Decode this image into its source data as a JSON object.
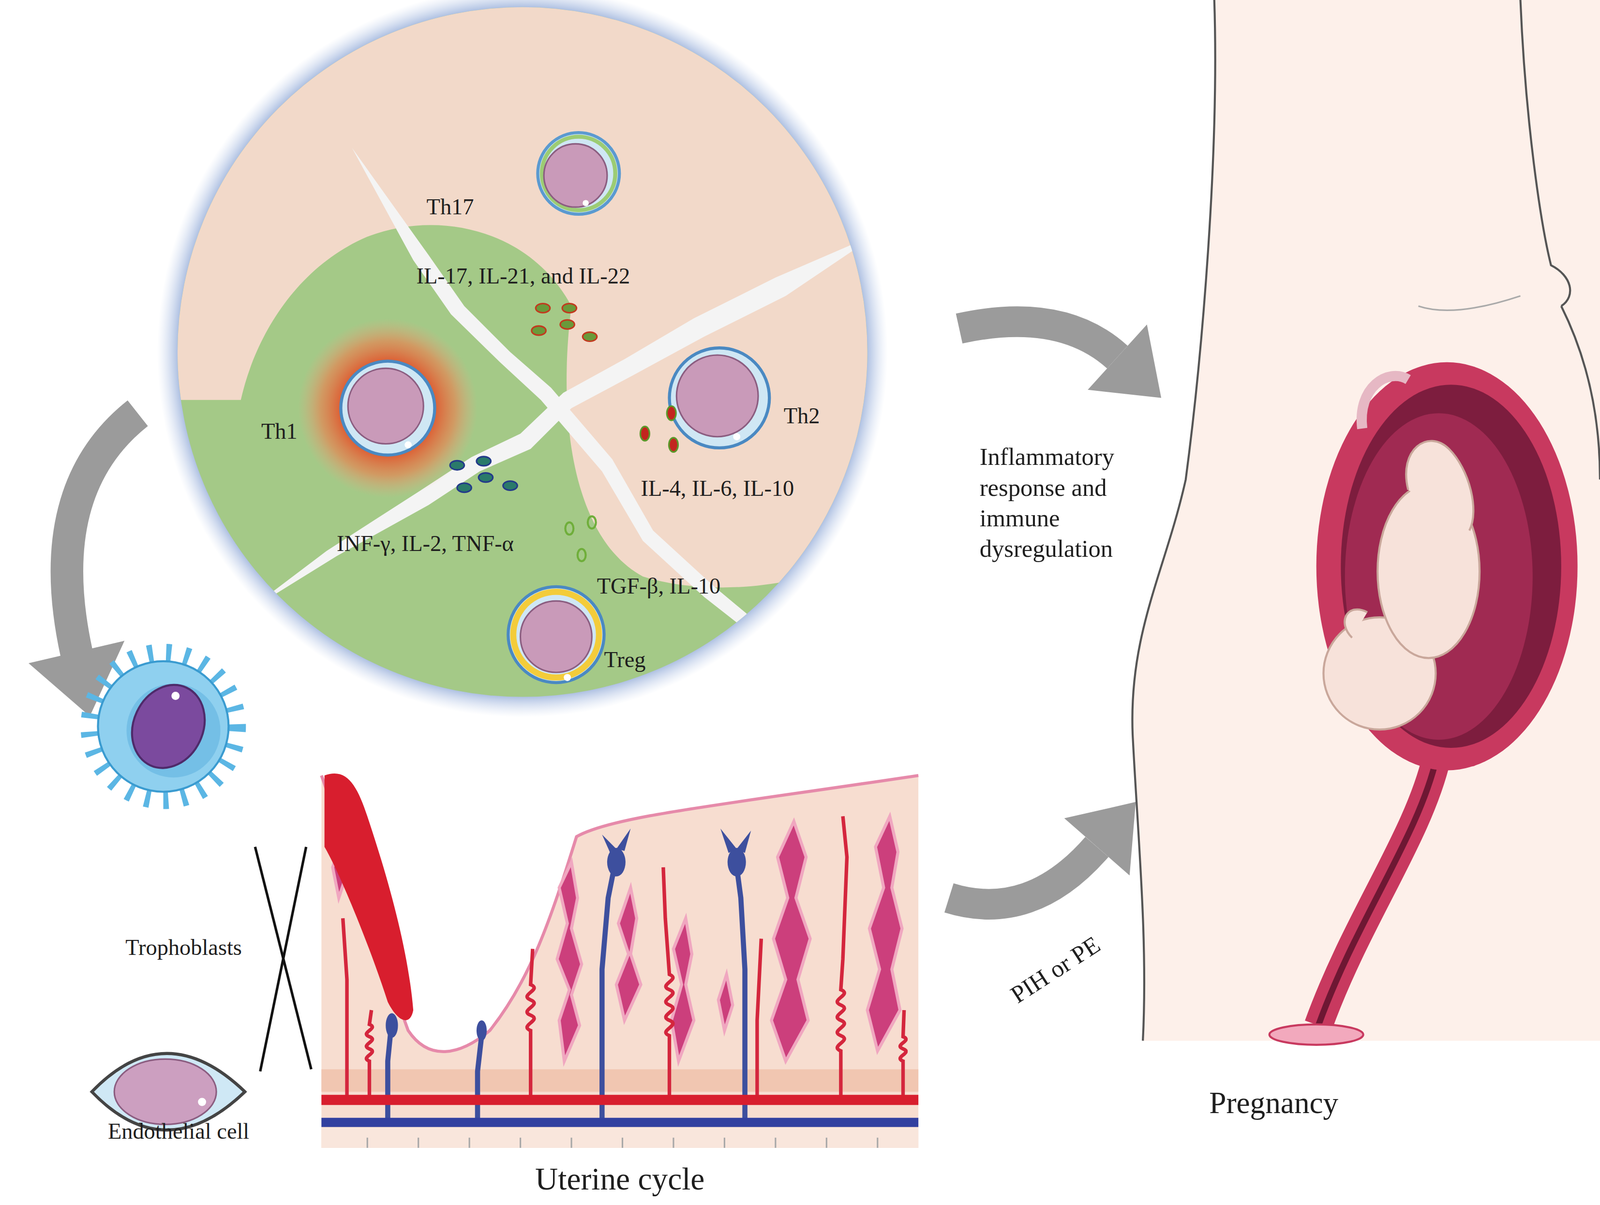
{
  "diagram": {
    "nodes": [
      {
        "text": [
          "Th17",
          "IL-17, IL-21, and IL-22"
        ]
      },
      {
        "text": [
          "Th1",
          "INF-γ, IL-2, TNF-α"
        ]
      },
      {
        "text": [
          "Th2",
          "IL-4, IL-6, IL-10"
        ]
      },
      {
        "text": [
          "TGF-β, IL-10",
          "Treg"
        ]
      },
      {
        "text": [
          "Trophoblasts"
        ]
      },
      {
        "text": [
          "Endothelial cell"
        ]
      },
      {
        "text": [
          "Uterine cycle"
        ]
      },
      {
        "text": [
          "Pregnancy"
        ]
      }
    ],
    "labels": [
      "Inflammatory response and immune dysregulation",
      "PIH or PE"
    ]
  }
}
